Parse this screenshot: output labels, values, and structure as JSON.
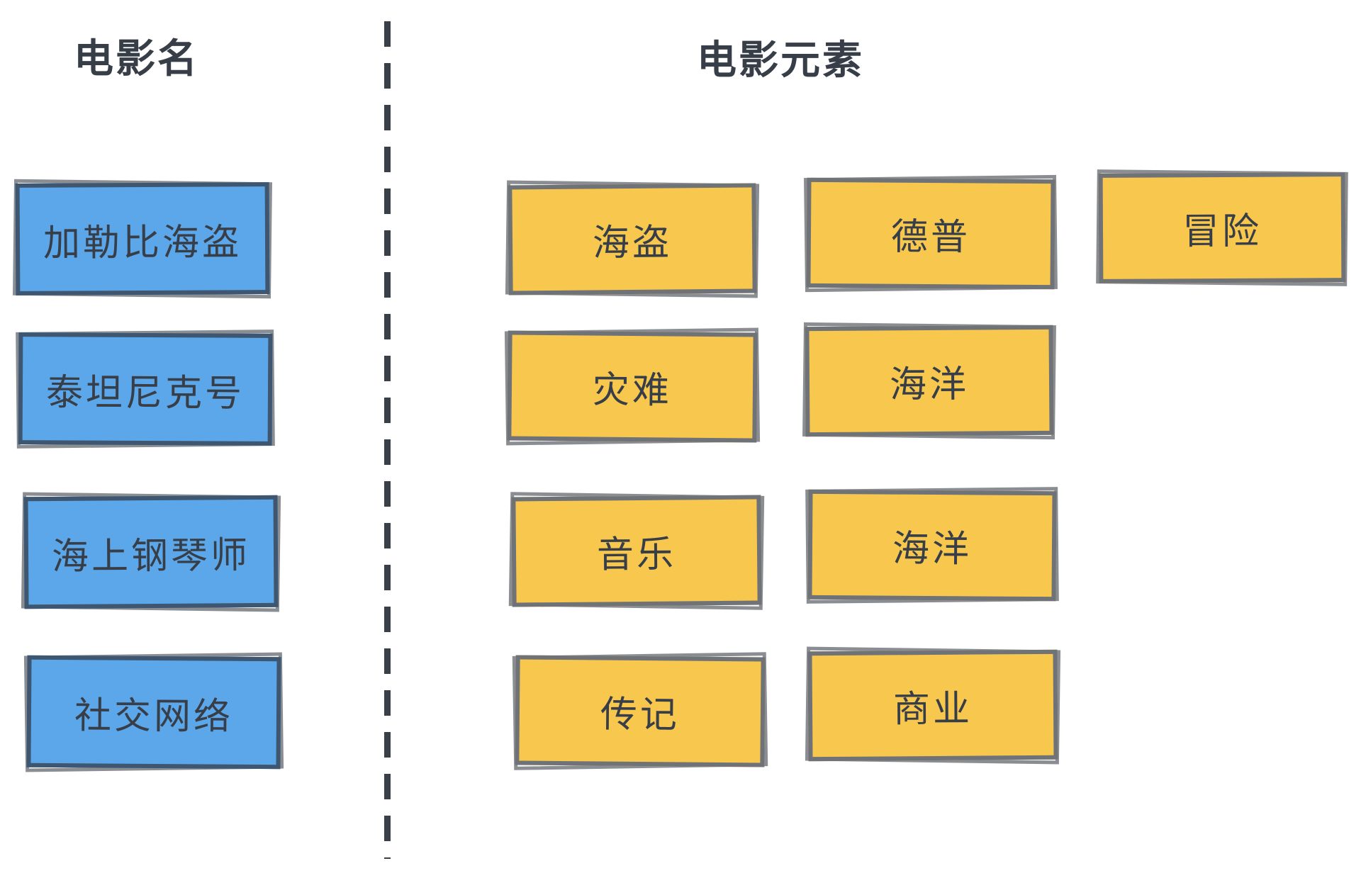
{
  "left_panel": {
    "title": "电影名",
    "items": [
      {
        "label": "加勒比海盗"
      },
      {
        "label": "泰坦尼克号"
      },
      {
        "label": "海上钢琴师"
      },
      {
        "label": "社交网络"
      }
    ]
  },
  "right_panel": {
    "title": "电影元素",
    "items": [
      {
        "label": "海盗"
      },
      {
        "label": "德普"
      },
      {
        "label": "冒险"
      },
      {
        "label": "灾难"
      },
      {
        "label": "海洋"
      },
      {
        "label": "音乐"
      },
      {
        "label": "海洋"
      },
      {
        "label": "传记"
      },
      {
        "label": "商业"
      }
    ]
  },
  "colors": {
    "movie_box_fill": "#5BA7E9",
    "movie_box_border": "#3E566F",
    "element_box_fill": "#F8C74E",
    "element_box_border": "#6F7277",
    "sketch_shadow": "#8A8E93",
    "text": "#373E48",
    "divider": "#394049"
  }
}
